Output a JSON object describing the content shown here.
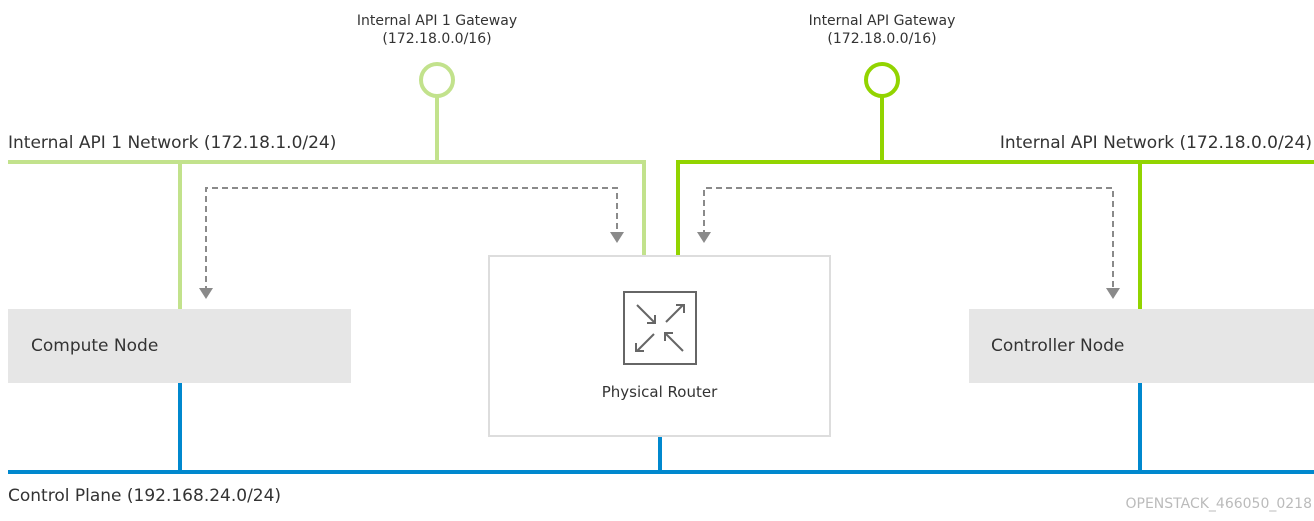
{
  "colors": {
    "network_1": "#c2e28c",
    "network_2": "#92d400",
    "control_plane": "#0088ce",
    "node_fill": "#e6e6e6",
    "router_border": "#dddddd",
    "dashed_arrow": "#8a8a8a",
    "text": "#333333",
    "watermark": "#bbbbbb"
  },
  "gateway_1": {
    "name": "Internal API 1 Gateway",
    "cidr": "(172.18.0.0/16)",
    "icon": "gateway-circle-icon"
  },
  "gateway_2": {
    "name": "Internal API Gateway",
    "cidr": "(172.18.0.0/16)",
    "icon": "gateway-circle-icon"
  },
  "network_1": {
    "label": "Internal API 1 Network (172.18.1.0/24)"
  },
  "network_2": {
    "label": "Internal API Network (172.18.0.0/24)"
  },
  "compute_node": {
    "label": "Compute Node"
  },
  "controller_node": {
    "label": "Controller Node"
  },
  "router": {
    "label": "Physical Router",
    "icon": "router-arrows-icon"
  },
  "control_plane": {
    "label": "Control Plane (192.168.24.0/24)"
  },
  "footer": {
    "id": "OPENSTACK_466050_0218"
  }
}
